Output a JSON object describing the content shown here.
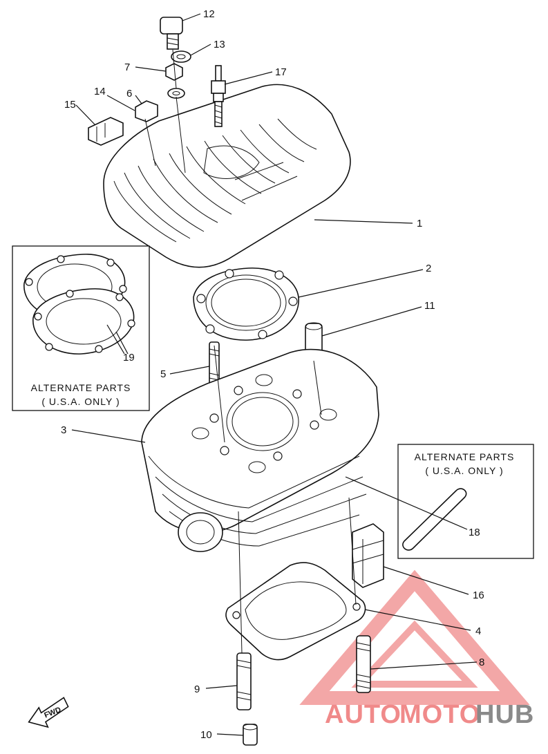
{
  "callouts": [
    "1",
    "2",
    "3",
    "4",
    "5",
    "6",
    "7",
    "8",
    "9",
    "10",
    "11",
    "12",
    "13",
    "14",
    "15",
    "16",
    "17",
    "18",
    "19"
  ],
  "alternate_box_left": {
    "line1": "ALTERNATE PARTS",
    "line2": "( U.S.A. ONLY )"
  },
  "alternate_box_right": {
    "line1": "ALTERNATE PARTS",
    "line2": "( U.S.A. ONLY )"
  },
  "fwd_label": "FWD",
  "watermark": {
    "auto": "AUTO",
    "moto": "MOTO",
    "hub": "HUB",
    "accent_color": "#f08a8a",
    "gray_color": "#8a8a8a"
  }
}
